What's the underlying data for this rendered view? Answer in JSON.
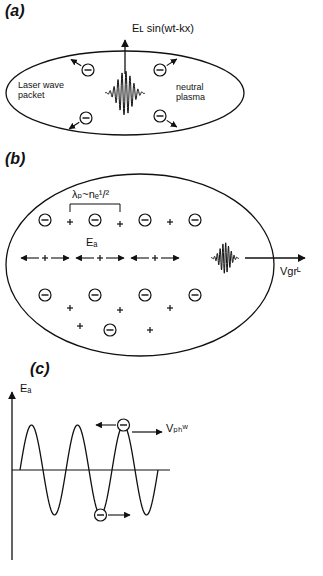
{
  "diagram": {
    "nodes": [
      {
        "text": [
          "Laser wave packet",
          "neutral plasma"
        ]
      },
      {
        "text": [
          "λₚ~nₑ¹/²",
          "Eₐ",
          "Vgrᴸ"
        ]
      }
    ],
    "labels": [
      "(a)",
      "Eʟ sin(wt-kx)",
      "(b)",
      "(c)",
      "Eₐ",
      "Vₚₕʷ"
    ]
  }
}
